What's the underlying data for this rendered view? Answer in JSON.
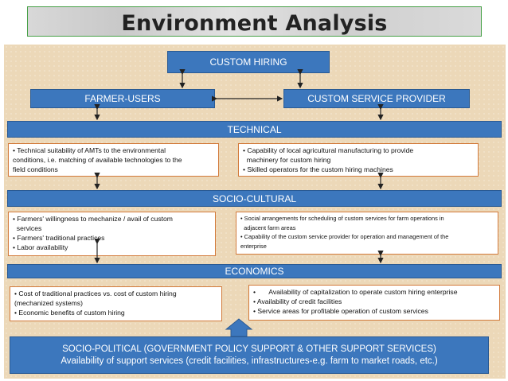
{
  "title": "Environment Analysis",
  "custom_hiring": "CUSTOM HIRING",
  "farmer_users": "FARMER-USERS",
  "service_provider": "CUSTOM SERVICE PROVIDER",
  "technical": {
    "header": "TECHNICAL",
    "left": [
      "• Technical suitability of AMTs to the environmental",
      "conditions, i.e. matching of available technologies to the",
      "field conditions"
    ],
    "right": [
      "• Capability of local agricultural manufacturing to provide",
      "  machinery for custom hiring",
      "• Skilled operators for the custom hiring machines"
    ]
  },
  "socio_cultural": {
    "header": "SOCIO-CULTURAL",
    "left": [
      "• Farmers' willingness to mechanize / avail of custom",
      "  services",
      "• Farmers' traditional practices",
      "• Labor availability"
    ],
    "right": [
      "• Social arrangements for scheduling of custom services for farm operations in",
      "  adjacent farm areas",
      "• Capability of the custom service provider for operation and management of the",
      "enterprise"
    ]
  },
  "economics": {
    "header": "ECONOMICS",
    "left": [
      "• Cost of traditional practices vs. cost of custom hiring",
      "(mechanized systems)",
      "• Economic benefits of custom hiring"
    ],
    "right": [
      "•       Availability of capitalization to operate custom hiring enterprise",
      "• Availability of credit facilities",
      "• Service areas for profitable operation of custom services"
    ]
  },
  "socio_political": {
    "line1": "SOCIO-POLITICAL (GOVERNMENT POLICY SUPPORT & OTHER SUPPORT SERVICES)",
    "line2": "Availability of support services (credit facilities, infrastructures-e.g. farm to market roads, etc.)"
  },
  "colors": {
    "box_blue": "#3c77bd",
    "background": "#ecd8b8",
    "box_border": "#d27a3a"
  }
}
